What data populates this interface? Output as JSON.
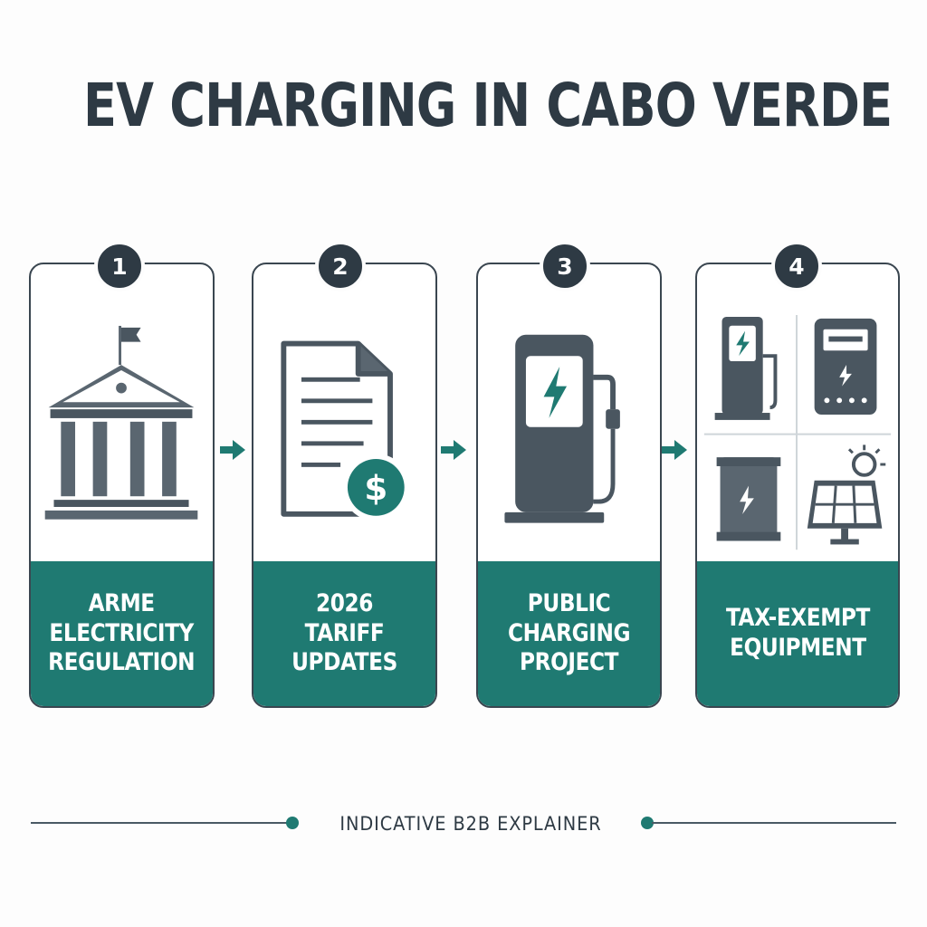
{
  "title": "EV CHARGING IN CABO VERDE",
  "steps": [
    {
      "number": "1",
      "caption": "ARME\nELECTRICITY\nREGULATION",
      "icon": "government-building-icon"
    },
    {
      "number": "2",
      "caption": "2026 TARIFF\nUPDATES",
      "icon": "document-dollar-icon"
    },
    {
      "number": "3",
      "caption": "PUBLIC\nCHARGING\nPROJECT",
      "icon": "charging-station-icon"
    },
    {
      "number": "4",
      "caption": "TAX-EXEMPT\nEQUIPMENT",
      "icon": "equipment-grid-icon"
    }
  ],
  "footer": "INDICATIVE B2B EXPLAINER",
  "colors": {
    "teal": "#1f7a72",
    "dark": "#2e3a44",
    "icon_gray": "#5a6670",
    "background": "#fdfdfd"
  }
}
